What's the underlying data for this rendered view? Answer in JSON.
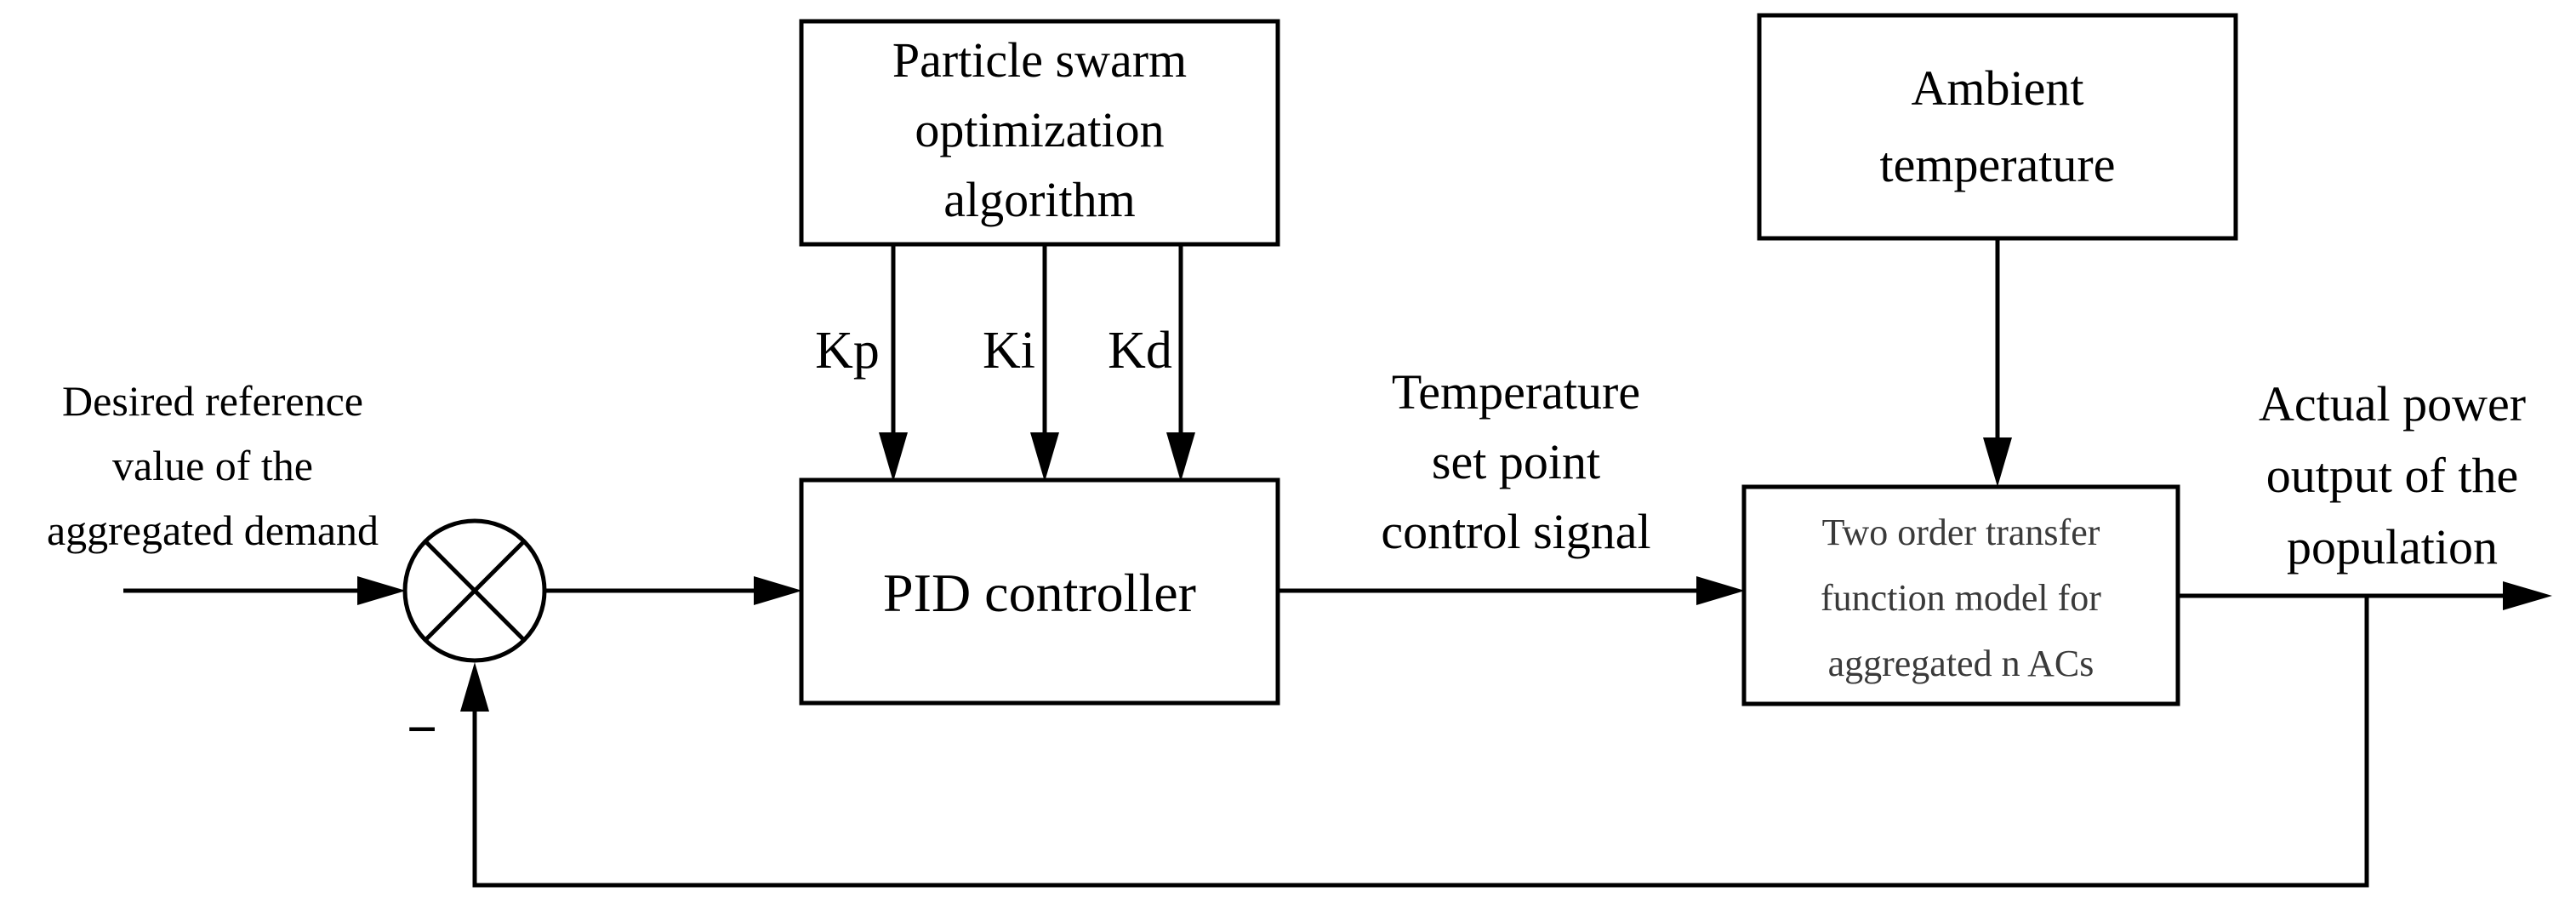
{
  "blocks": {
    "pso": {
      "line1": "Particle swarm",
      "line2": "optimization",
      "line3": "algorithm"
    },
    "ambient": {
      "line1": "Ambient",
      "line2": "temperature"
    },
    "pid": {
      "label": "PID controller"
    },
    "plant": {
      "line1": "Two order transfer",
      "line2": "function model for",
      "line3": "aggregated n ACs"
    }
  },
  "gains": {
    "kp": "Kp",
    "ki": "Ki",
    "kd": "Kd"
  },
  "signals": {
    "reference": {
      "line1": "Desired reference",
      "line2": "value of the",
      "line3": "aggregated demand"
    },
    "control": {
      "line1": "Temperature",
      "line2": "set point",
      "line3": "control signal"
    },
    "output": {
      "line1": "Actual power",
      "line2": "output of the",
      "line3": "population"
    },
    "feedback_sign": "−"
  }
}
